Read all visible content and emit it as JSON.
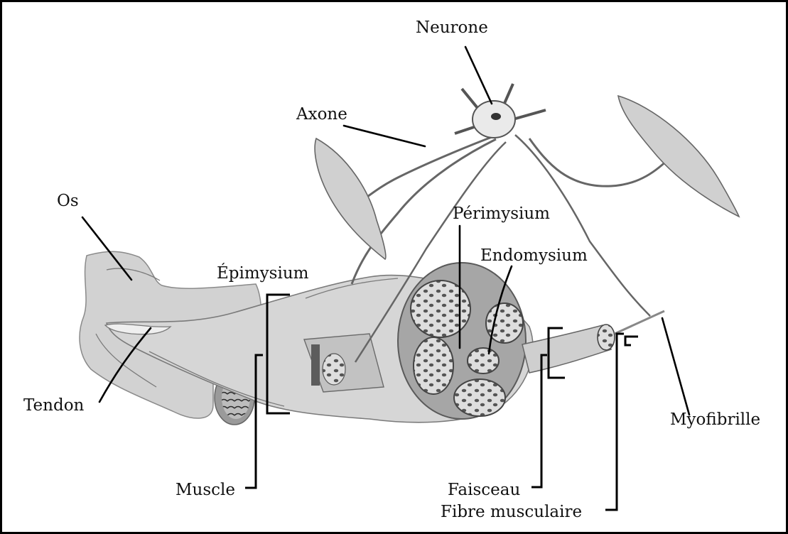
{
  "labels": {
    "neurone": "Neurone",
    "axone": "Axone",
    "os": "Os",
    "tendon": "Tendon",
    "epimysium": "Épimysium",
    "perimysium": "Périmysium",
    "endomysium": "Endomysium",
    "muscle": "Muscle",
    "faisceau": "Faisceau",
    "fibre": "Fibre musculaire",
    "myofibrille": "Myofibrille"
  },
  "colors": {
    "background": "#ffffff",
    "border": "#000000",
    "tissue_light": "#dcdcdc",
    "tissue_mid": "#a9a9a9",
    "tissue_dark": "#5a5a5a",
    "ink": "#111111"
  }
}
